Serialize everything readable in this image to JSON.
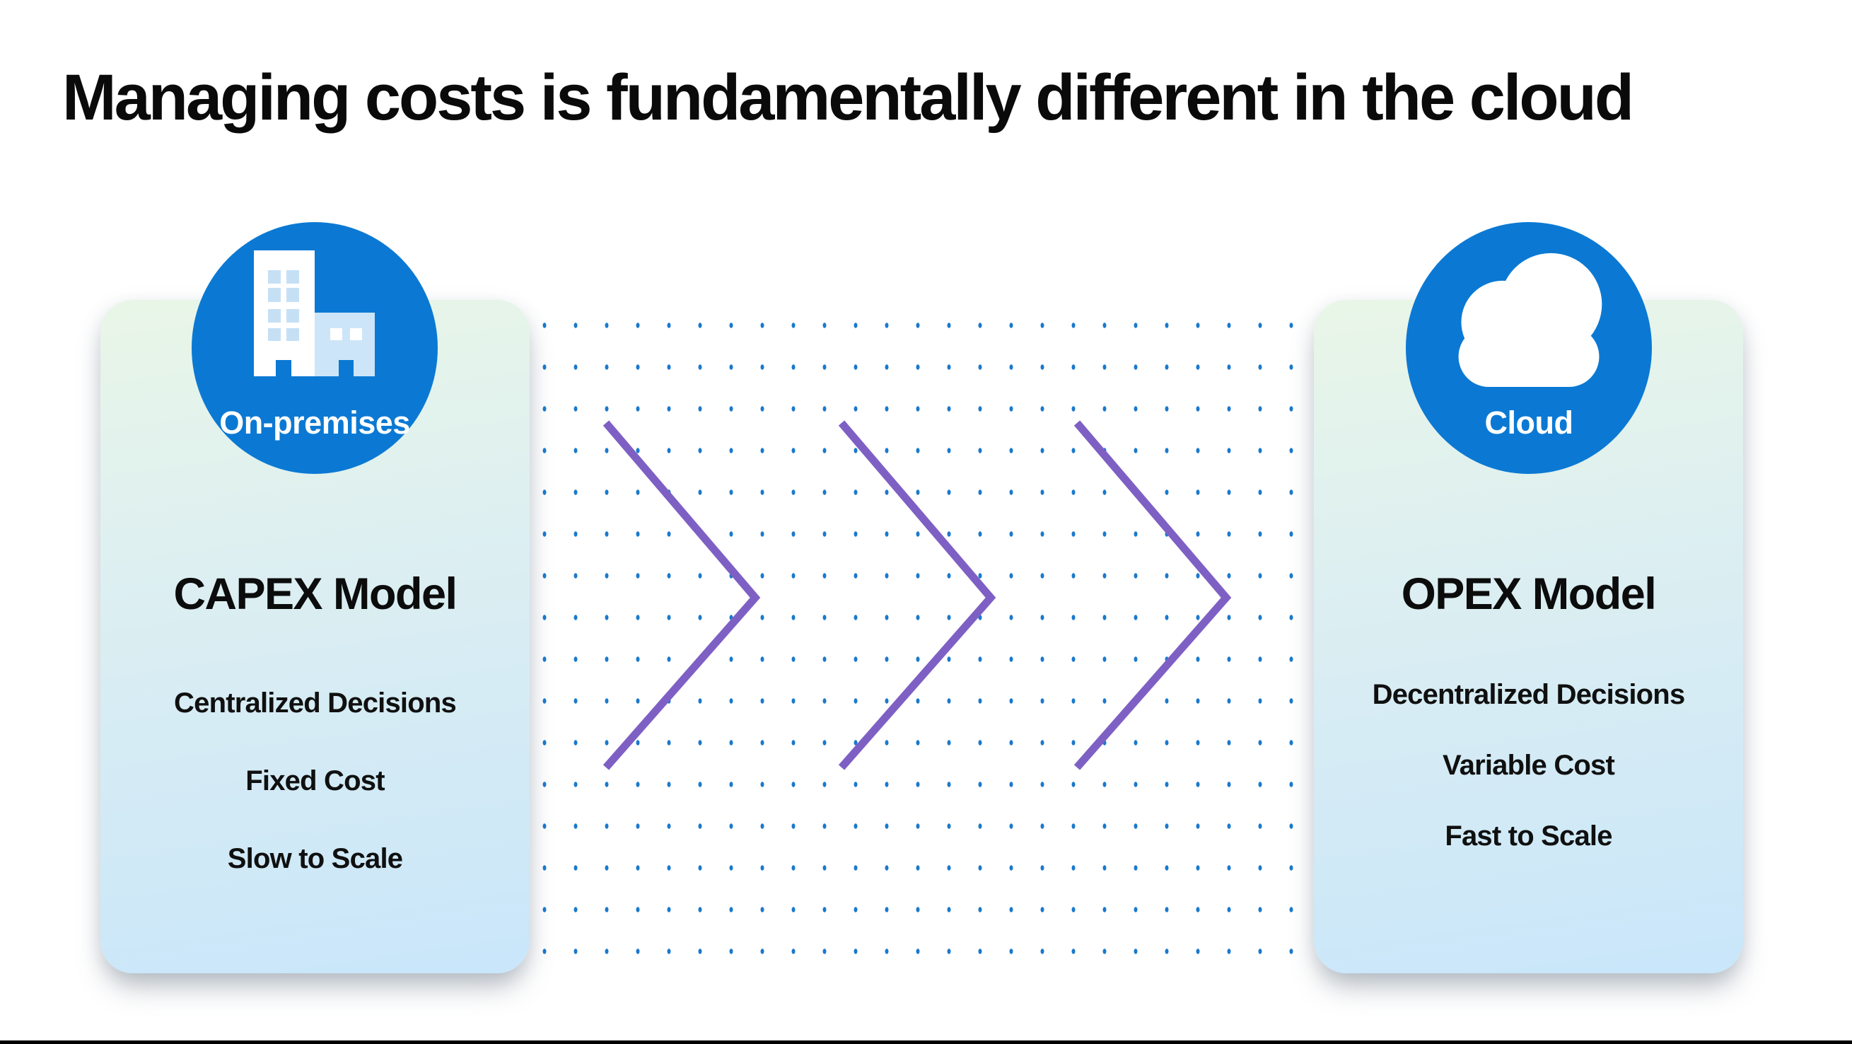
{
  "title": "Managing costs is fundamentally different in the cloud",
  "left_card": {
    "badge": {
      "label": "On-premises",
      "icon": "building"
    },
    "heading": "CAPEX Model",
    "items": [
      "Centralized Decisions",
      "Fixed Cost",
      "Slow to Scale"
    ]
  },
  "right_card": {
    "badge": {
      "label": "Cloud",
      "icon": "cloud"
    },
    "heading": "OPEX Model",
    "items": [
      "Decentralized Decisions",
      "Variable Cost",
      "Fast to Scale"
    ]
  },
  "divider": {
    "chevron_count": 3,
    "dot_grid": "blue dotted grid"
  },
  "colors": {
    "title_color": "#0a0a0a",
    "badge_blue": "#0b79d3",
    "dot_blue": "#1a79cc",
    "chevron_purple": "#7e60c4",
    "card_grad_top": "#e9f6e7",
    "card_grad_bottom": "#c9e6fa",
    "building_light": "#cde5f8",
    "window_light": "#c5e0f5",
    "bottom_bar": "#000000"
  }
}
